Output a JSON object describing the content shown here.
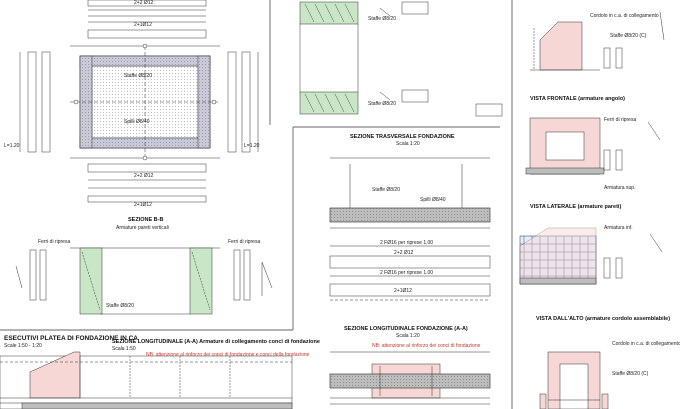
{
  "colors": {
    "rebar_fill": "#c9e6c7",
    "concrete_fill": "#bdbdbd",
    "highlight_fill": "#f7d6d6",
    "line": "#333333",
    "label_red": "#c0392b"
  },
  "sheet": {
    "main_title": "ESECUTIVI PLATEA DI FONDAZIONE IN CA",
    "main_scale": "Scale 1:50 - 1:20"
  },
  "views": {
    "section_bb_title": "SEZIONE B-B",
    "section_bb_sub": "Armature pareti verticali",
    "long_conn_title": "SEZIONE LONGITUDINALE (A-A)  Armature di collegamento conci di fondazione",
    "long_conn_scale": "Scala 1:50",
    "transverse_title": "SEZIONE TRASVERSALE FONDAZIONE",
    "transverse_scale": "Scala 1:20",
    "long_found_title": "SEZIONE LONGITUDINALE FONDAZIONE (A-A)",
    "long_found_scale": "Scala 1:20",
    "front_view_title": "VISTA FRONTALE  (armature angolo)",
    "side_view_title": "VISTA LATERALE  (armature pareti)",
    "top_view_title": "VISTA DALL'ALTO  (armature cordolo assemblabile)"
  },
  "annotations": {
    "bar_label_a": "2+2 Ø12",
    "bar_label_b": "2+1Ø12",
    "bar_label_c": "Staffe Ø8/20",
    "bar_label_d": "Spilli Ø8/40",
    "bar_label_e": "L=1.20",
    "bar_label_f": "2 FØ16 per riprese 1.00",
    "red_note_1": "NB: attenzione al rinforzo dei conci di fondazione e conci della fondazione",
    "red_note_2": "NB: attenzione al rinforzo dei conci di fondazione",
    "note_sm_1": "Ferri di ripresa",
    "note_sm_2": "Staffe Ø8/20 (C)",
    "note_sm_3": "Armatura sup.",
    "note_sm_4": "Armatura inf.",
    "note_sm_5": "Cordolo in c.a. di collegamento"
  }
}
